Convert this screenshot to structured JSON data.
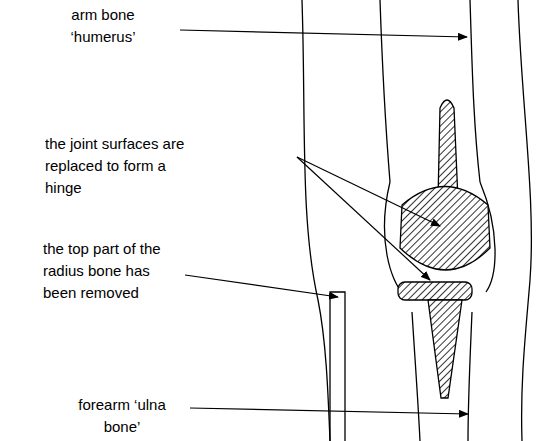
{
  "diagram": {
    "labels": [
      "arm bone ‘humerus’",
      "the joint surfaces are replaced to form a hinge",
      "the top part of the radius bone has been removed",
      "forearm ‘ulna bone’"
    ]
  }
}
